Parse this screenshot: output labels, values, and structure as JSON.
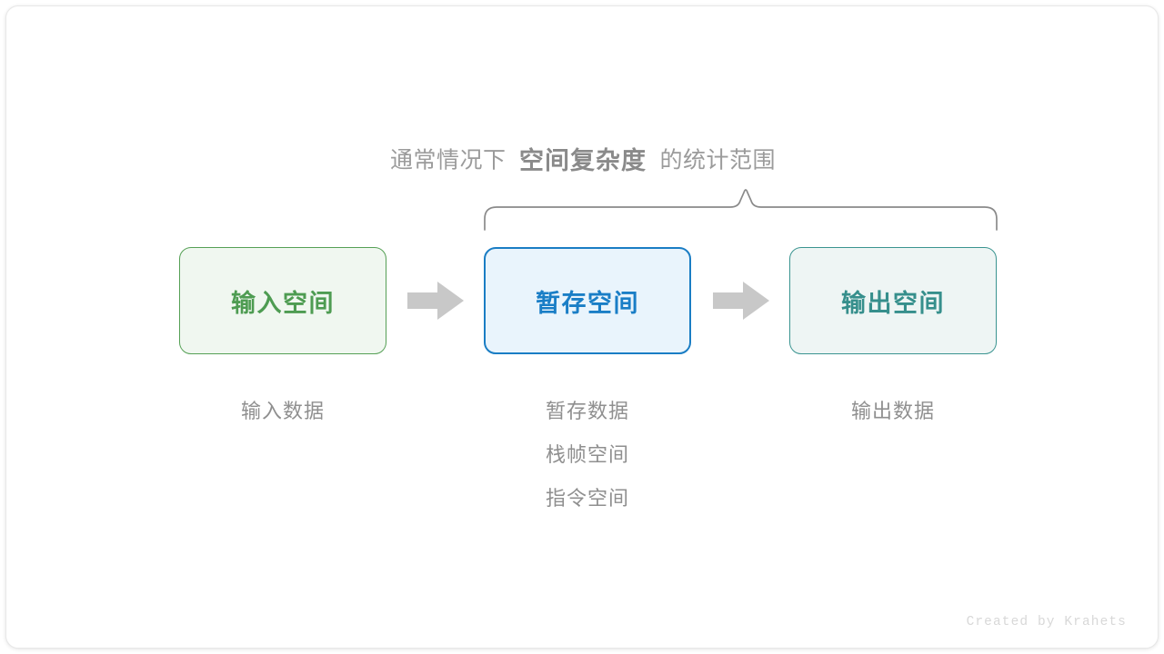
{
  "slide": {
    "headline": {
      "prefix": "通常情况下",
      "emphasis": "空间复杂度",
      "suffix": "的统计范围"
    },
    "brace": {
      "icon": "curly-brace-icon",
      "color": "#8a8a8a",
      "spans_boxes": [
        "暂存空间",
        "输出空间"
      ]
    },
    "flow": {
      "arrow_icon": "right-arrow-icon",
      "arrow_color": "#c8c8c8",
      "boxes": [
        {
          "label": "输入空间",
          "border_color": "#55a055",
          "fill_color": "#f0f7f0",
          "text_color": "#4e9c52",
          "captions": [
            "输入数据"
          ]
        },
        {
          "label": "暂存空间",
          "border_color": "#1a7dc4",
          "fill_color": "#e9f4fc",
          "text_color": "#1a7ec6",
          "captions": [
            "暂存数据",
            "栈帧空间",
            "指令空间"
          ]
        },
        {
          "label": "输出空间",
          "border_color": "#3a9490",
          "fill_color": "#eef5f4",
          "text_color": "#368f8c",
          "captions": [
            "输出数据"
          ]
        }
      ]
    },
    "watermark": "Created by Krahets"
  }
}
